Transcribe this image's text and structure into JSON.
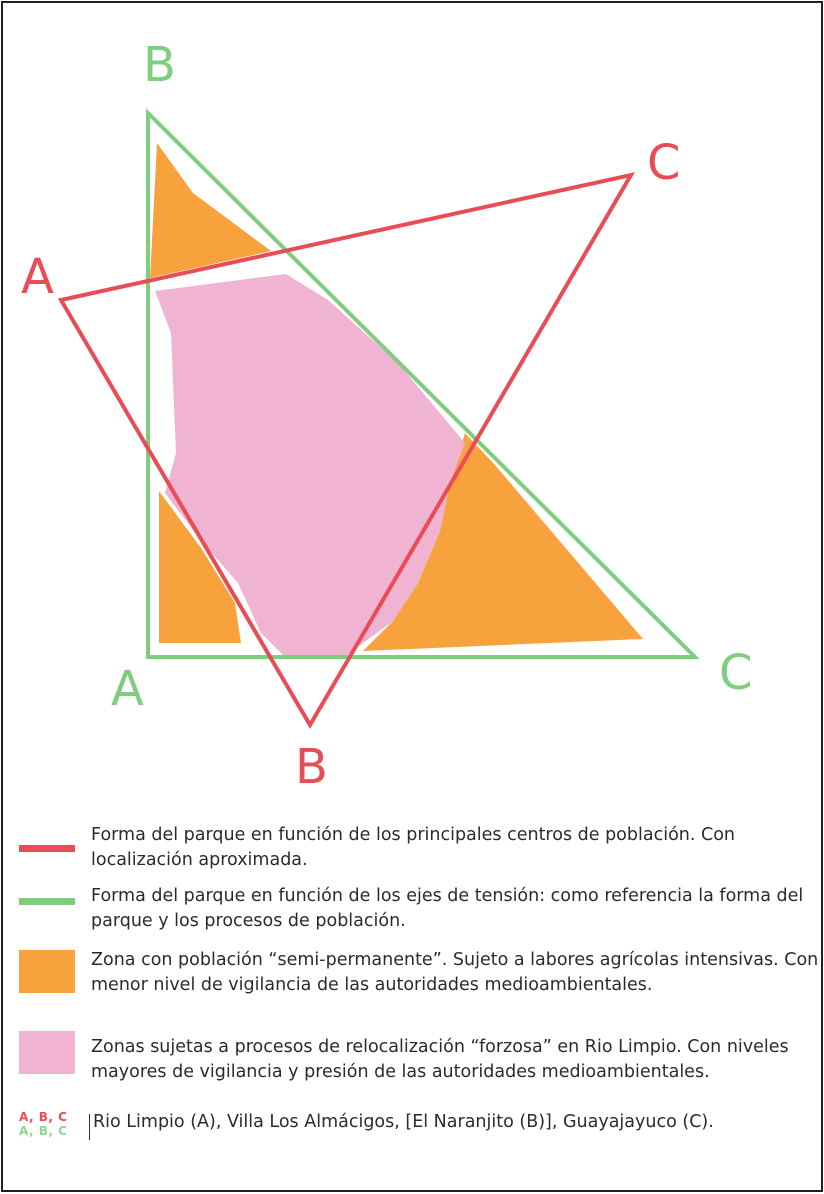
{
  "colors": {
    "red": "#e84c55",
    "green": "#7fcd7f",
    "orange": "#f8a23e",
    "pink": "#f0b3d2",
    "frame": "#1f1f1f",
    "text": "#2b2b2b"
  },
  "vertex_labels": {
    "green": {
      "a": "A",
      "b": "B",
      "c": "C"
    },
    "red": {
      "a": "A",
      "b": "B",
      "c": "C"
    }
  },
  "legend": [
    {
      "swatch": "red-line",
      "text": "Forma del parque en función de los principales centros de población. Con localización aproximada."
    },
    {
      "swatch": "green-line",
      "text": "Forma del parque en función de los ejes de tensión: como referencia la forma del parque y los procesos de población."
    },
    {
      "swatch": "orange-block",
      "text": "Zona con población “semi-permanente”. Sujeto a labores agrícolas intensivas. Con menor nivel de vigilancia de las autoridades medioambientales."
    },
    {
      "swatch": "pink-block",
      "text": "Zonas sujetas a procesos de relocalización “forzosa” en Rio Limpio. Con niveles mayores de vigilancia y presión de las autoridades medioambientales."
    }
  ],
  "key": {
    "red": "A, B, C",
    "green": "A, B, C",
    "text": "Rio Limpio (A), Villa Los Almácigos, [El Naranjito (B)], Guayajayuco (C)."
  }
}
